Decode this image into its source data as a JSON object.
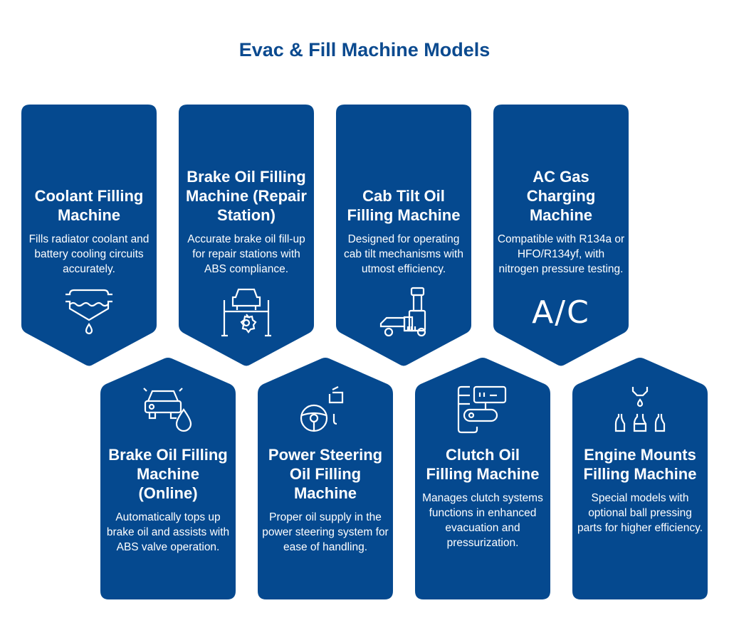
{
  "title": "Evac & Fill Machine Models",
  "brand_color": "#05498f",
  "top_cards": [
    {
      "title": "Coolant Filling Machine",
      "description": "Fills radiator coolant and battery cooling circuits accurately.",
      "icon": "coolant-tank-icon"
    },
    {
      "title": "Brake Oil Filling Machine (Repair Station)",
      "description": "Accurate brake oil fill-up for repair stations with ABS compliance.",
      "icon": "car-lift-gear-icon"
    },
    {
      "title": "Cab Tilt Oil Filling Machine",
      "description": "Designed for operating cab tilt mechanisms with utmost efficiency.",
      "icon": "hydraulic-jack-icon"
    },
    {
      "title": "AC Gas Charging Machine",
      "description": "Compatible with R134a or HFO/R134yf, with nitrogen pressure testing.",
      "icon": "ac-icon",
      "icon_text": "A/C"
    }
  ],
  "bottom_cards": [
    {
      "title": "Brake Oil Filling Machine (Online)",
      "description": "Automatically tops up brake oil and assists with ABS valve operation.",
      "icon": "car-oil-drop-icon"
    },
    {
      "title": "Power Steering Oil Filling Machine",
      "description": "Proper oil supply in the power steering system for ease of handling.",
      "icon": "steering-wheel-icon"
    },
    {
      "title": "Clutch Oil Filling Machine",
      "description": "Manages clutch systems functions in enhanced evacuation and pressurization.",
      "icon": "clutch-pedal-icon"
    },
    {
      "title": "Engine Mounts Filling Machine",
      "description": "Special models with optional ball pressing parts for higher efficiency.",
      "icon": "bottle-filling-icon"
    }
  ]
}
